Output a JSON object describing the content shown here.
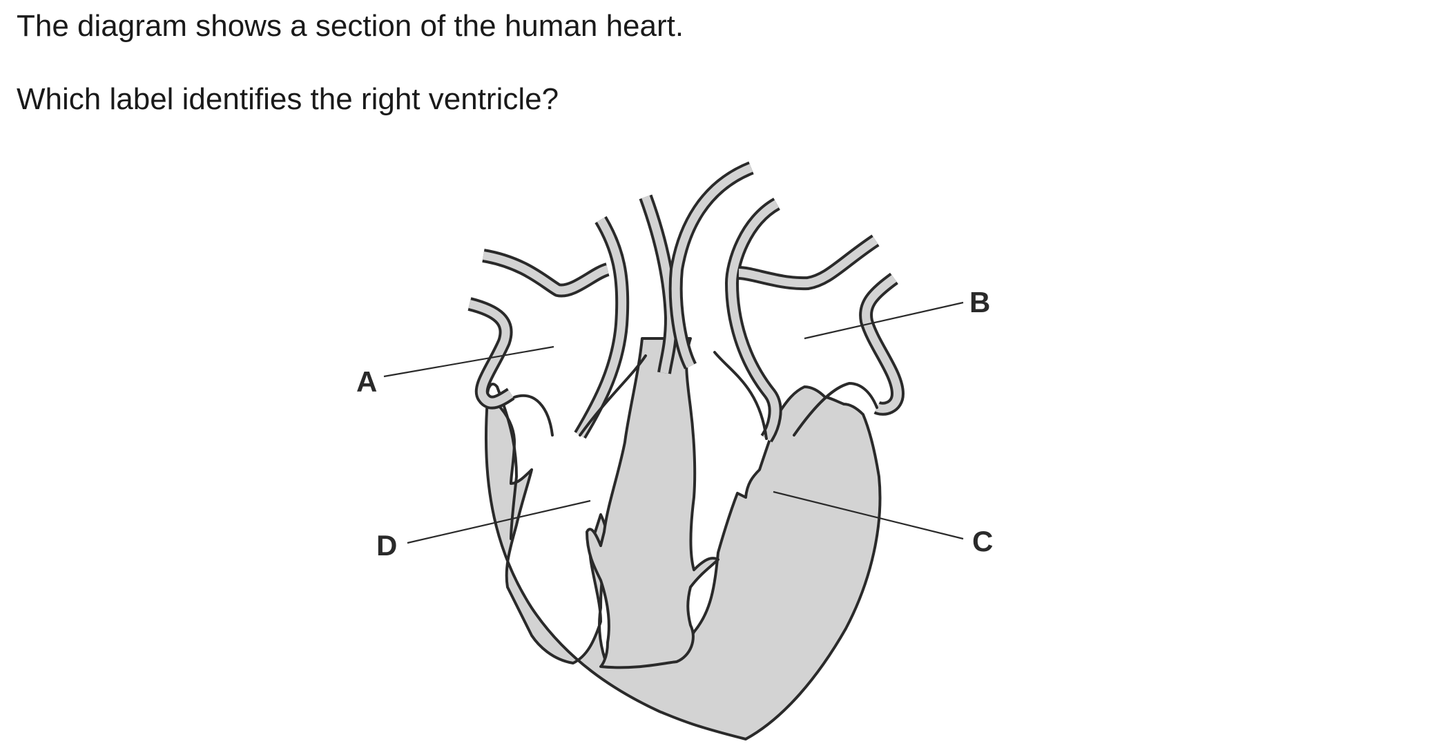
{
  "question": {
    "intro": "The diagram shows a section of the human heart.",
    "prompt": "Which label identifies the right ventricle?"
  },
  "diagram": {
    "labels": {
      "a": "A",
      "b": "B",
      "c": "C",
      "d": "D"
    }
  },
  "colors": {
    "muscle_fill": "#d3d3d3",
    "outline": "#2a2a2a",
    "background": "#ffffff"
  }
}
